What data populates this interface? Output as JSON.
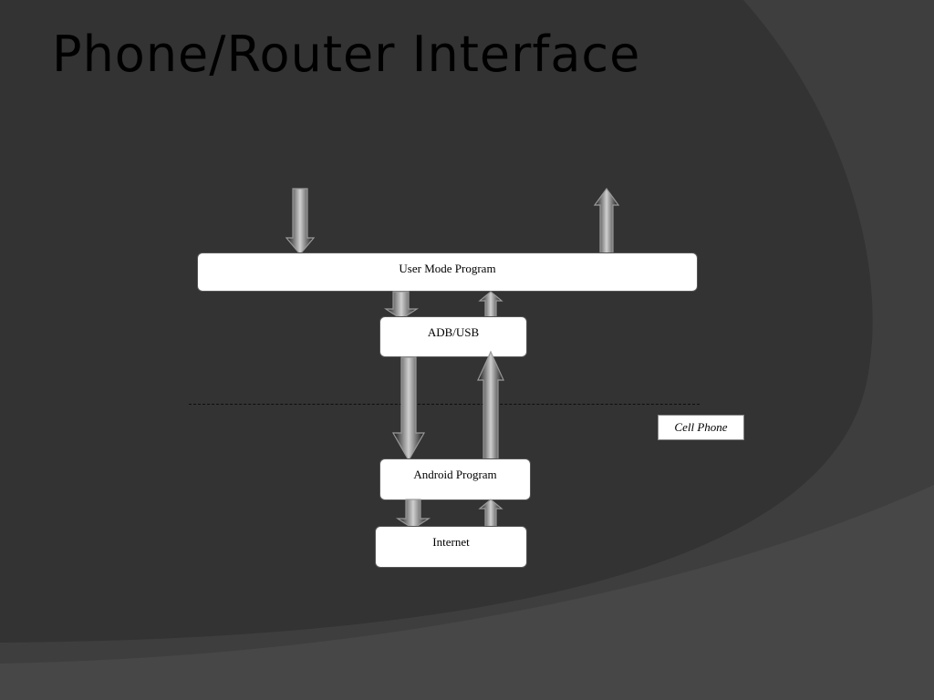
{
  "slide": {
    "title": "Phone/Router Interface"
  },
  "diagram": {
    "boxes": {
      "user_mode_program": "User Mode Program",
      "adb_usb": "ADB/USB",
      "android_program": "Android Program",
      "internet": "Internet"
    },
    "boundary_label": "Cell Phone"
  },
  "colors": {
    "background": "#333333",
    "shape_light": "#3e3e3e",
    "shape_lighter": "#474747",
    "box_fill": "#ffffff",
    "title_text": "#000000"
  }
}
